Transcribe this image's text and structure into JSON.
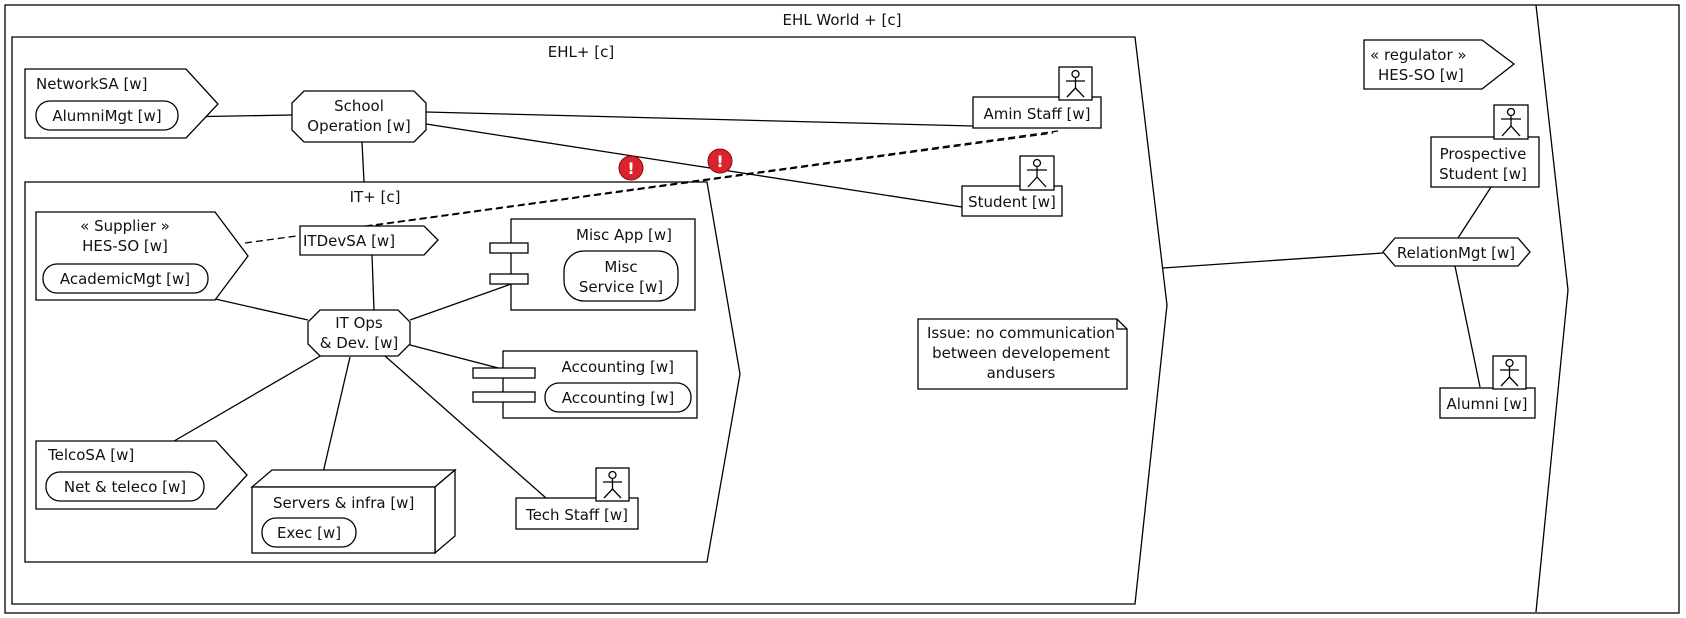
{
  "containers": {
    "world": "EHL World + [c]",
    "ehl": "EHL+ [c]",
    "it": "IT+ [c]"
  },
  "entities": {
    "network_sa": "NetworkSA [w]",
    "alumni_mgt": "AlumniMgt [w]",
    "school_operation": [
      "School",
      "Operation [w]"
    ],
    "amin_staff": "Amin Staff [w]",
    "student": "Student [w]",
    "supplier_stereotype": "« Supplier »",
    "supplier_name": "HES-SO [w]",
    "academic_mgt": "AcademicMgt [w]",
    "it_dev_sa": "ITDevSA [w]",
    "misc_app": "Misc App [w]",
    "misc_service": [
      "Misc",
      "Service [w]"
    ],
    "it_ops": [
      "IT Ops",
      "& Dev. [w]"
    ],
    "accounting_app": "Accounting [w]",
    "accounting_service": "Accounting [w]",
    "telco_sa": "TelcoSA [w]",
    "net_teleco": "Net &  teleco [w]",
    "servers_infra": "Servers & infra [w]",
    "exec": "Exec [w]",
    "tech_staff": "Tech Staff [w]",
    "regulator_stereotype": "« regulator »",
    "regulator_name": "HES-SO [w]",
    "prospective_student": [
      "Prospective",
      "Student [w]"
    ],
    "relation_mgt": "RelationMgt [w]",
    "alumni": "Alumni [w]"
  },
  "note": [
    "Issue: no communication",
    "between developement",
    "andusers"
  ],
  "issue_markers": [
    "!",
    "!"
  ],
  "colors": {
    "issue": "#d9232d",
    "line": "#000000",
    "fill": "#ffffff"
  },
  "icons": {
    "actor": "stick-figure-icon",
    "component": "component-icon",
    "issue": "error-icon"
  }
}
